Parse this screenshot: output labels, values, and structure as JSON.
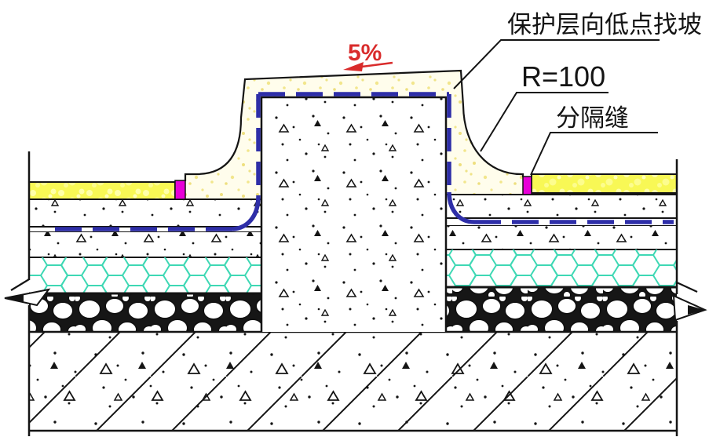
{
  "figure": {
    "kind": "roof-equipment-base-waterproofing-detail",
    "labels": {
      "slope_note": "保护层向低点找坡",
      "radius_note": "R=100",
      "joint_note": "分隔缝",
      "slope_value": "5%"
    },
    "colors": {
      "outline": "#141414",
      "membrane_blue": "#2E2EA8",
      "joint_magenta": "#E800D8",
      "protective_yellow": "#F8F855",
      "cap_mortar": "#FFFDEC",
      "insulation_cyan": "#3ED8B4",
      "slope_red": "#D92B2B"
    }
  }
}
